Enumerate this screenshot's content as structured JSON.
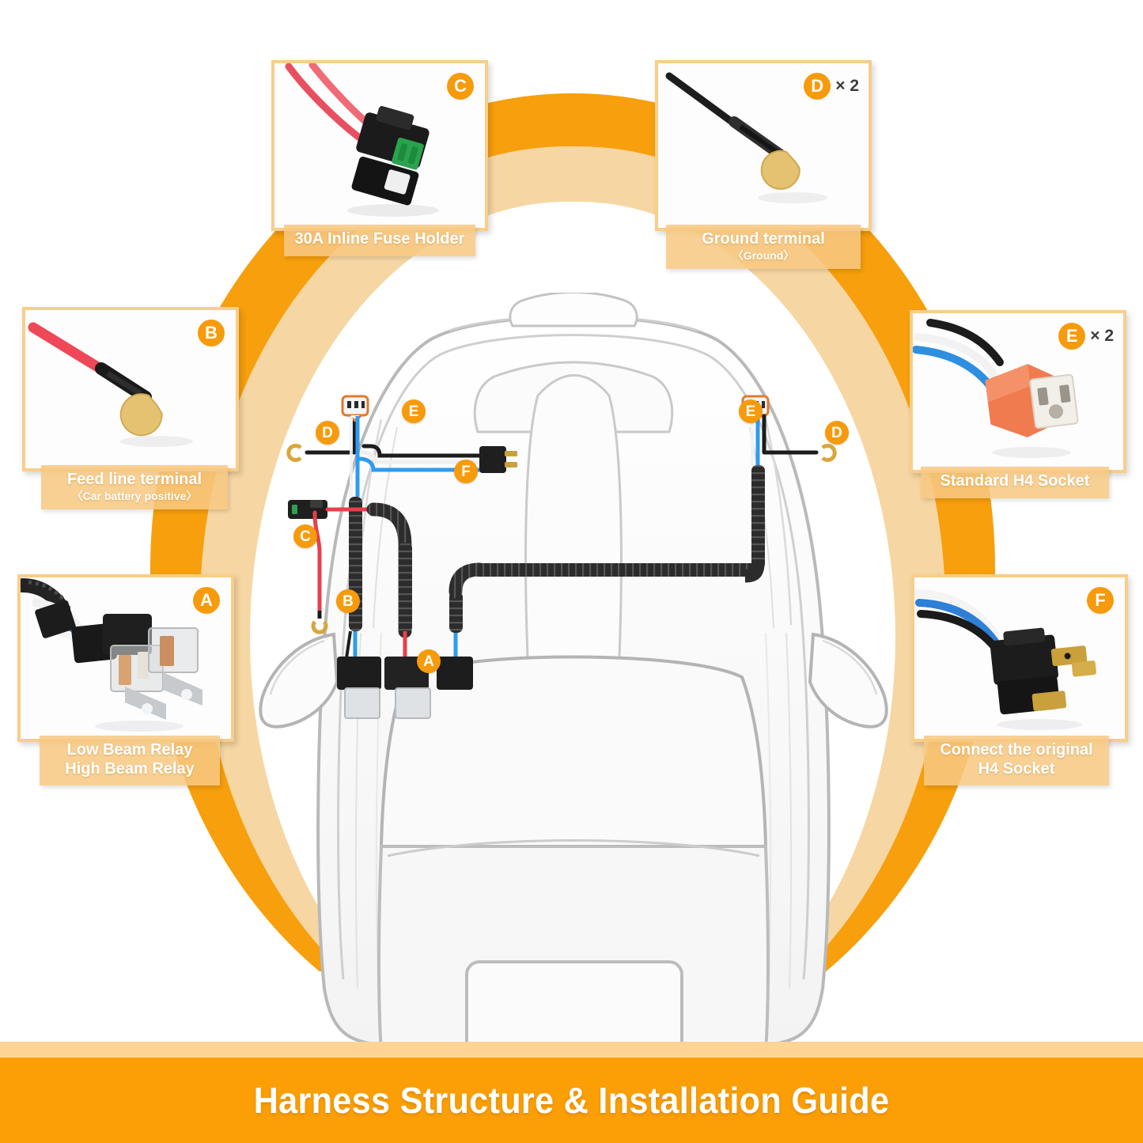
{
  "banner": {
    "title": "Harness Structure & Installation Guide"
  },
  "colors": {
    "orange": "#F79A0B",
    "orange_banner": "#FC9F06",
    "ring_outer": "#F79F0C",
    "ring_mid": "#F6D6A2",
    "caption_bg": "#F7C882",
    "panel_border": "#F8CE8A"
  },
  "panels": [
    {
      "id": "panel-c",
      "badge": "C",
      "qty": "",
      "title": "30A Inline Fuse Holder",
      "subtitle": "",
      "photo": "inline-fuse-holder-photo"
    },
    {
      "id": "panel-d",
      "badge": "D",
      "qty": "× 2",
      "title": "Ground terminal",
      "subtitle": "〈Ground〉",
      "photo": "ground-terminal-photo"
    },
    {
      "id": "panel-b",
      "badge": "B",
      "qty": "",
      "title": "Feed line terminal",
      "subtitle": "〈Car battery positive〉",
      "photo": "feed-line-terminal-photo"
    },
    {
      "id": "panel-e",
      "badge": "E",
      "qty": "× 2",
      "title": "Standard H4 Socket",
      "subtitle": "",
      "photo": "h4-socket-photo"
    },
    {
      "id": "panel-a",
      "badge": "A",
      "qty": "",
      "title": "Low Beam Relay",
      "subtitle": "High Beam Relay",
      "photo": "relay-pair-photo"
    },
    {
      "id": "panel-f",
      "badge": "F",
      "qty": "",
      "title": "Connect the original",
      "subtitle": "H4 Socket",
      "photo": "h4-connector-photo"
    }
  ],
  "diagram": {
    "name": "car-top-view-harness-routing",
    "markers": [
      {
        "label": "D",
        "side": "left-front-ground"
      },
      {
        "label": "E",
        "side": "left-front-socket"
      },
      {
        "label": "F",
        "side": "left-front-connector"
      },
      {
        "label": "C",
        "side": "left-fuse-holder"
      },
      {
        "label": "B",
        "side": "left-feed-terminal"
      },
      {
        "label": "A",
        "side": "relay-pair"
      },
      {
        "label": "E",
        "side": "right-front-socket"
      },
      {
        "label": "D",
        "side": "right-front-ground"
      }
    ]
  }
}
